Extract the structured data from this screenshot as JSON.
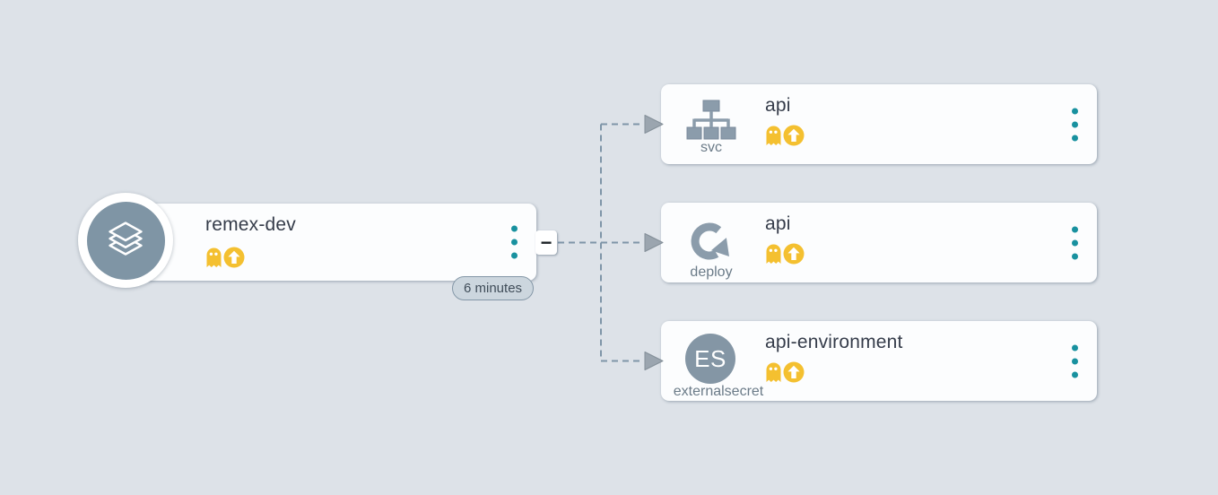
{
  "app": {
    "title": "remex-dev",
    "badge": "6 minutes",
    "collapse_label": "−",
    "avatar_icon": "layers-icon",
    "status_icons": [
      "ghost-icon",
      "sync-arrow-up-icon"
    ],
    "menu_icon": "kebab-menu-icon"
  },
  "children": [
    {
      "title": "api",
      "kind": "svc",
      "icon": "sitemap-icon",
      "status_icons": [
        "ghost-icon",
        "sync-arrow-up-icon"
      ],
      "menu_icon": "kebab-menu-icon"
    },
    {
      "title": "api",
      "kind": "deploy",
      "icon": "redeploy-arrow-icon",
      "status_icons": [
        "ghost-icon",
        "sync-arrow-up-icon"
      ],
      "menu_icon": "kebab-menu-icon"
    },
    {
      "title": "api-environment",
      "kind": "externalsecret",
      "icon": "es-avatar",
      "avatar_text": "ES",
      "status_icons": [
        "ghost-icon",
        "sync-arrow-up-icon"
      ],
      "menu_icon": "kebab-menu-icon"
    }
  ],
  "colors": {
    "background": "#dde2e8",
    "card": "#fcfdfe",
    "accent_teal": "#18919f",
    "warning_yellow": "#f4c030",
    "icon_slate": "#8b9cab",
    "avatar_slate": "#7f95a5",
    "connector": "#7e95a8",
    "arrowhead": "#9ba5af",
    "title_text": "#353c4a",
    "kind_text": "#6b7b88",
    "badge_bg": "#ccd6de",
    "badge_border": "#8396a6",
    "badge_text": "#404d59"
  }
}
